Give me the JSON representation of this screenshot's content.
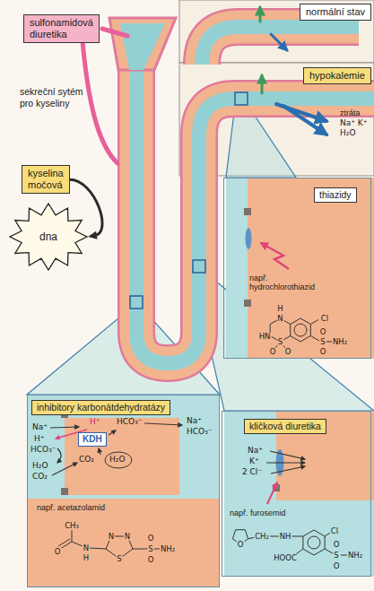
{
  "diagram": {
    "nodes": [
      {
        "text": [
          "sulfonamidová diuretika"
        ]
      },
      {
        "text": [
          "kyselina močová"
        ]
      },
      {
        "text": [
          "dna"
        ]
      },
      {
        "text": [
          "normální stav"
        ]
      },
      {
        "text": [
          "hypokalemie"
        ]
      },
      {
        "text": [
          "thiazidy",
          "např. hydrochlorothiazid"
        ]
      },
      {
        "text": [
          "inhibitory karbonátdehydratázy",
          "např. acetazolamid"
        ]
      },
      {
        "text": [
          "KDH"
        ],
        "in": 6
      },
      {
        "text": [
          "kličková diuretika",
          "např. furosemid"
        ]
      }
    ],
    "edges": [
      {
        "from": 1,
        "to": 2,
        "arrow": "to"
      }
    ],
    "labels": [
      "sekreční sytém pro kyseliny",
      "ztráta",
      "Na⁺ K⁺",
      "H₂O",
      "H",
      "N",
      "HN",
      "S",
      "O",
      "O",
      "Cl",
      "S",
      "O",
      "O",
      "NH₂",
      "Na⁺",
      "H⁺",
      "HCO₃⁻",
      "H₂O",
      "CO₂",
      "H⁺",
      "HCO₃⁻",
      "CO₂",
      "H₂O",
      "Na⁺",
      "HCO₃⁻",
      "CH₃",
      "O",
      "N",
      "H",
      "N",
      "N",
      "S",
      "S",
      "O",
      "O",
      "NH₂",
      "Na⁺",
      "K⁺",
      "2 Cl⁻",
      "O",
      "CH₂",
      "NH",
      "Cl",
      "HOOC",
      "S",
      "O",
      "O",
      "NH₂"
    ]
  }
}
